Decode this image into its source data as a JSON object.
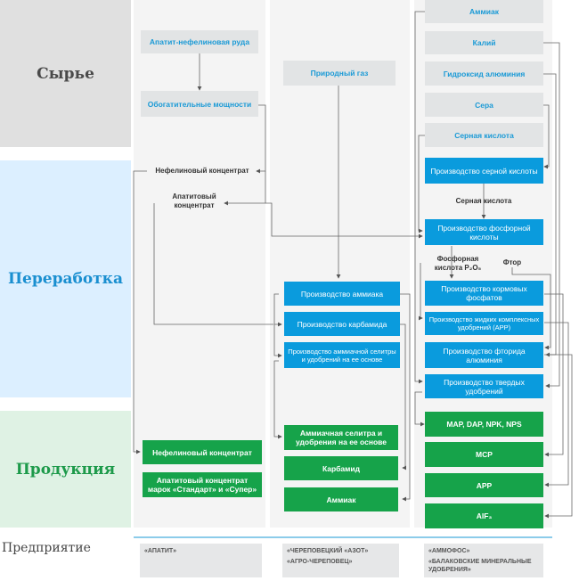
{
  "bands": {
    "raw": "Сырье",
    "processing": "Переработка",
    "products": "Продукция"
  },
  "colors": {
    "raw_band_bg": "#e0e0e0",
    "raw_band_text": "#4a4a4a",
    "processing_band_bg": "#dcefff",
    "processing_band_text": "#1a8fd0",
    "products_band_bg": "#dff2e4",
    "products_band_text": "#1d9a4a",
    "raw_box": "#e2e4e5",
    "process_box": "#0a9bdd",
    "product_box": "#16a34a",
    "footer_line": "#1a9ad6"
  },
  "raw": {
    "apatite_ore": "Апатит-нефелиновая руда",
    "enrichment": "Обогатительные мощности",
    "natural_gas": "Природный газ",
    "ammonia": "Аммиак",
    "potassium": "Калий",
    "aluminium_hydroxide": "Гидроксид алюминия",
    "sulfur": "Сера",
    "sulfuric_acid": "Серная кислота"
  },
  "processing": {
    "sulfuric_acid_prod": "Производство серной кислоты",
    "phosphoric_acid_prod": "Производство фосфорной кислоты",
    "feed_phosphates_prod": "Производство кормовых фосфатов",
    "liquid_fertilizers_prod": "Производство жидких комплексных удобрений (APP)",
    "aluminium_fluoride_prod": "Производство фторида алюминия",
    "solid_fertilizers_prod": "Производство твердых удобрений",
    "ammonia_prod": "Производство аммиака",
    "urea_prod": "Производство карбамида",
    "ammonium_nitrate_prod": "Производство аммиачной селитры и удобрений на ее основе"
  },
  "flow_labels": {
    "nepheline_concentrate": "Нефелиновый концентрат",
    "apatite_concentrate": "Апатитовый концентрат",
    "sulfuric_acid": "Серная кислота",
    "phosphoric_acid": "Фосфорная кислота P₂O₅",
    "fluorine": "Фтор"
  },
  "products": {
    "nepheline_concentrate": "Нефелиновый концентрат",
    "apatite_concentrate_grades": "Апатитовый концентрат марок «Стандарт» и «Супер»",
    "ammonium_nitrate": "Аммиачная селитра и удобрения на ее основе",
    "urea": "Карбамид",
    "ammonia": "Аммиак",
    "map_dap": "MAP, DAP, NPK, NPS",
    "mcp": "MCP",
    "app": "APP",
    "alf3": "AlF₃"
  },
  "footer": {
    "label": "Предприятие",
    "col1": [
      "«АПАТИТ»"
    ],
    "col2": [
      "«ЧЕРЕПОВЕЦКИЙ «АЗОТ»",
      "«АГРО-ЧЕРЕПОВЕЦ»"
    ],
    "col3": [
      "«АММОФОС»",
      "«БАЛАКОВСКИЕ МИНЕРАЛЬНЫЕ УДОБРЕНИЯ»"
    ]
  }
}
